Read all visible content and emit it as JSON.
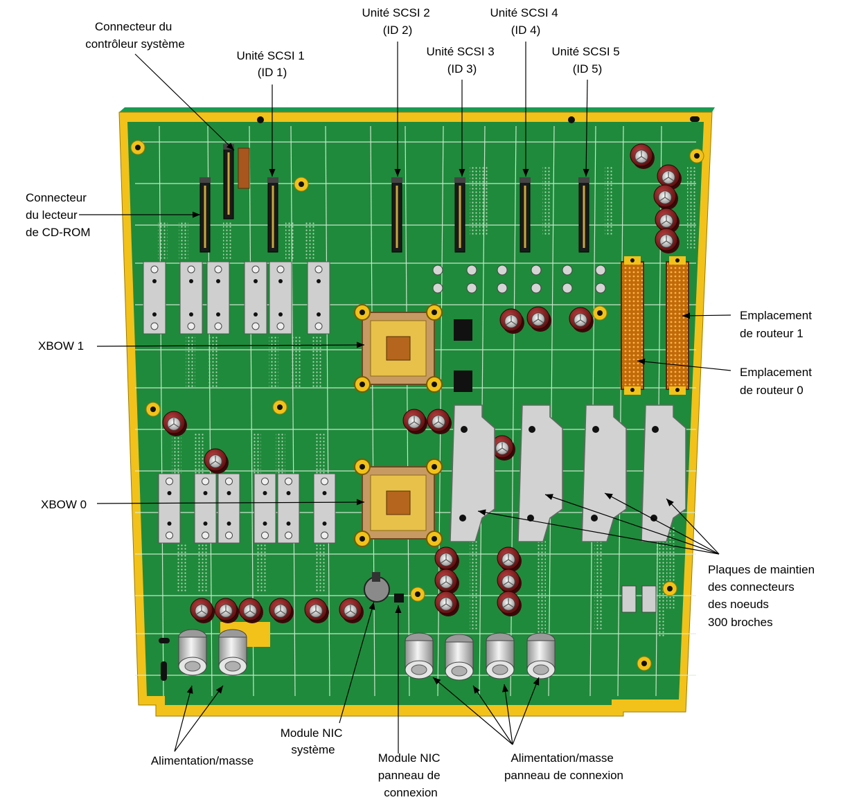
{
  "colors": {
    "board": "#1f8a3b",
    "board_edge": "#168c46",
    "frame": "#f2c21a",
    "grid": "#e6f2e6",
    "metal": "#c8c8c8",
    "capacitor": "#8a1a1a",
    "xbow_outer": "#c89a63",
    "xbow_inner": "#e8c14a",
    "xbow_core": "#b5651d",
    "router_pins": "#d07a10"
  },
  "labels": {
    "system_controller": [
      "Connecteur du",
      "contrôleur système"
    ],
    "scsi1": [
      "Unité SCSI 1",
      "(ID 1)"
    ],
    "scsi2": [
      "Unité SCSI 2",
      "(ID 2)"
    ],
    "scsi3": [
      "Unité SCSI 3",
      "(ID 3)"
    ],
    "scsi4": [
      "Unité SCSI 4",
      "(ID 4)"
    ],
    "scsi5": [
      "Unité SCSI 5",
      "(ID 5)"
    ],
    "cdrom": [
      "Connecteur",
      "du lecteur",
      "de CD-ROM"
    ],
    "xbow1": [
      "XBOW 1"
    ],
    "xbow0": [
      "XBOW 0"
    ],
    "router1": [
      "Emplacement",
      "de routeur 1"
    ],
    "router0": [
      "Emplacement",
      "de routeur 0"
    ],
    "retention_plates": [
      "Plaques de maintien",
      "des connecteurs",
      "des noeuds",
      "300 broches"
    ],
    "power_ground": [
      "Alimentation/masse"
    ],
    "nic_system": [
      "Module NIC",
      "système"
    ],
    "nic_panel": [
      "Module NIC",
      "panneau de",
      "connexion"
    ],
    "power_ground_panel": [
      "Alimentation/masse",
      "panneau de connexion"
    ]
  }
}
